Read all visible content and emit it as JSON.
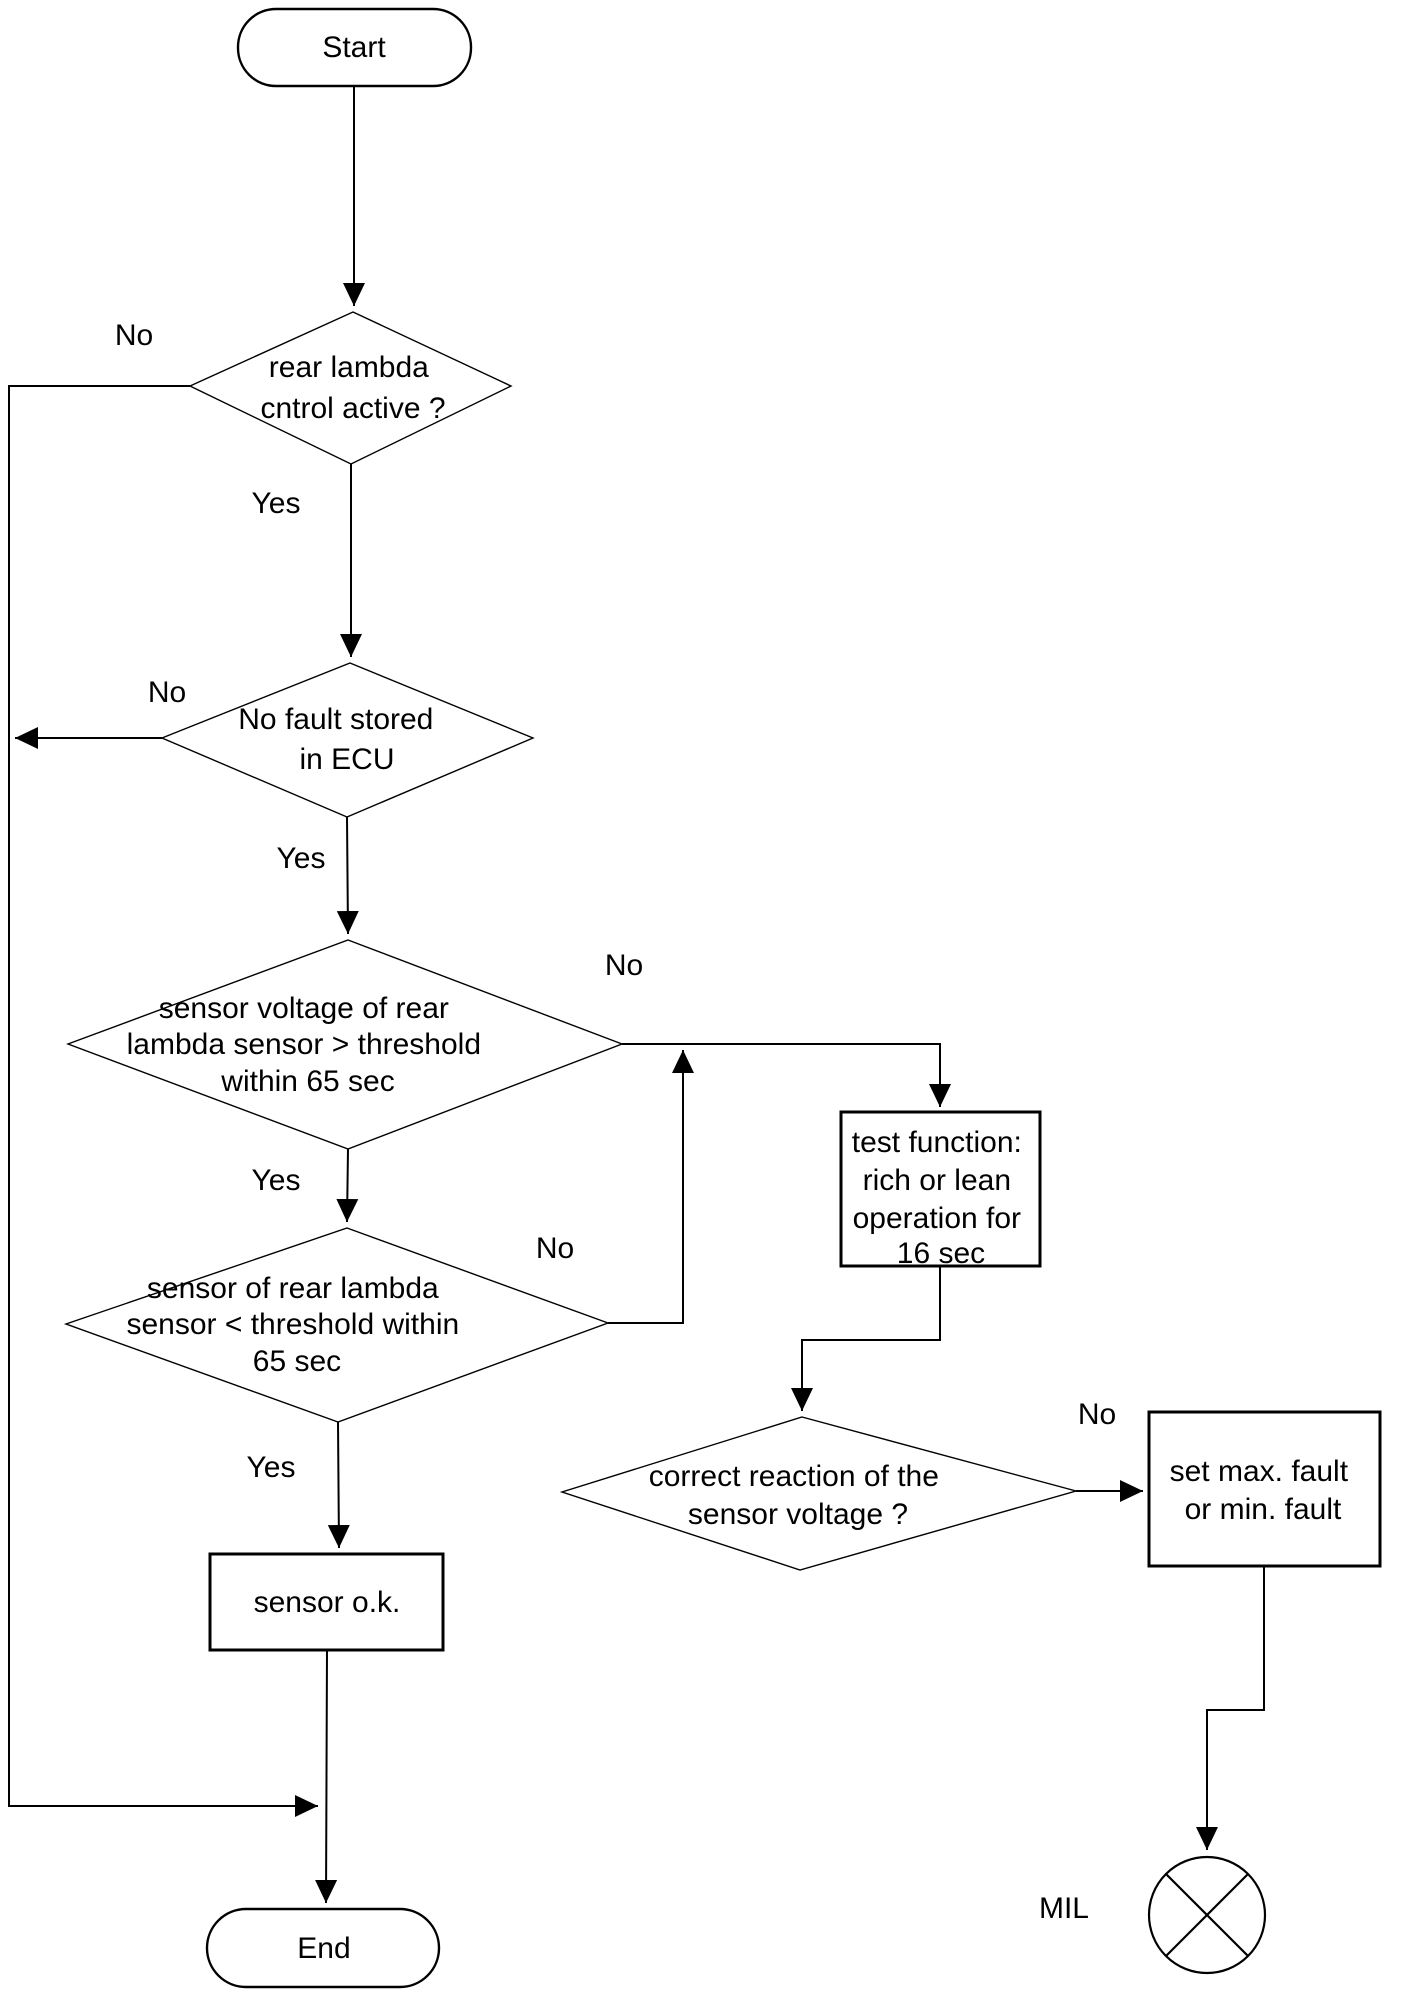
{
  "diagram": {
    "description": "OBD diagnostic flowchart for rear lambda (oxygen) sensor check",
    "colors": {
      "ink": "#000000",
      "paper": "#ffffff"
    },
    "nodes": {
      "start": {
        "shape": "terminator",
        "lines": [
          "Start"
        ]
      },
      "rear_lambda_active": {
        "shape": "decision",
        "lines": [
          "rear lambda",
          "cntrol active ?"
        ]
      },
      "no_fault_stored": {
        "shape": "decision",
        "lines": [
          "No fault stored",
          "in ECU"
        ]
      },
      "voltage_above_threshold": {
        "shape": "decision",
        "lines": [
          "sensor voltage of rear",
          "lambda sensor > threshold",
          "within 65 sec"
        ]
      },
      "voltage_below_threshold": {
        "shape": "decision",
        "lines": [
          "sensor of rear lambda",
          "sensor < threshold within",
          "65 sec"
        ]
      },
      "sensor_ok": {
        "shape": "process",
        "lines": [
          "sensor o.k."
        ]
      },
      "test_function": {
        "shape": "process",
        "lines": [
          "test function:",
          "rich or lean",
          "operation for",
          "16 sec"
        ]
      },
      "correct_reaction": {
        "shape": "decision",
        "lines": [
          "correct reaction  of the",
          "sensor voltage ?"
        ]
      },
      "set_fault": {
        "shape": "process",
        "lines": [
          "set max. fault",
          "or min. fault"
        ]
      },
      "mil_lamp": {
        "shape": "indicator-lamp",
        "lines": [
          "MIL"
        ]
      },
      "end": {
        "shape": "terminator",
        "lines": [
          "End"
        ]
      }
    },
    "edge_labels": {
      "rear_lambda_no": "No",
      "rear_lambda_yes": "Yes",
      "no_fault_no": "No",
      "no_fault_yes": "Yes",
      "voltage_above_no": "No",
      "voltage_above_yes": "Yes",
      "voltage_below_no": "No",
      "voltage_below_yes": "Yes",
      "correct_reaction_no": "No"
    }
  }
}
